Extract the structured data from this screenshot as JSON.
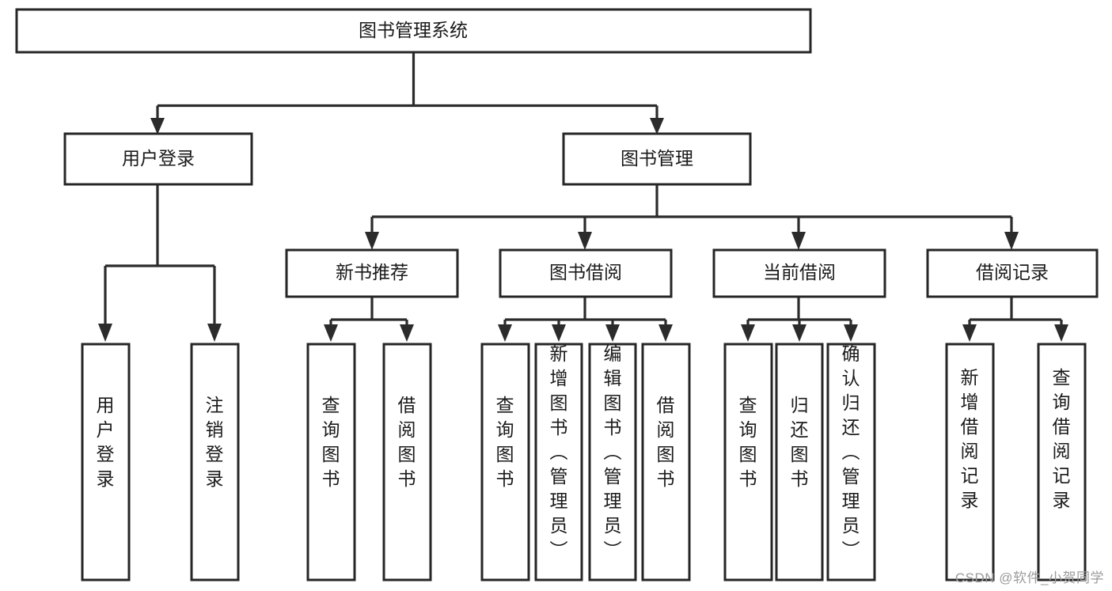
{
  "diagram": {
    "title": "图书管理系统",
    "watermark": "CSDN @软件_小贺同学",
    "colors": {
      "box_stroke": "#262626",
      "box_fill": "#ffffff",
      "connector": "#2b2b2b",
      "text": "#1a1a1a",
      "watermark": "#9b9b9b",
      "background": "#ffffff"
    },
    "nodes": {
      "root": "图书管理系统",
      "level2": [
        "用户登录",
        "图书管理"
      ],
      "level3": [
        "新书推荐",
        "图书借阅",
        "当前借阅",
        "借阅记录"
      ],
      "leaves_user_login": [
        "用户登录",
        "注销登录"
      ],
      "leaves_new_book": [
        "查询图书",
        "借阅图书"
      ],
      "leaves_borrow": [
        "查询图书",
        "新增图书（管理员）",
        "编辑图书（管理员）",
        "借阅图书"
      ],
      "leaves_current": [
        "查询图书",
        "归还图书",
        "确认归还（管理员）"
      ],
      "leaves_record": [
        "新增借阅记录",
        "查询借阅记录"
      ]
    }
  },
  "chart_data": {
    "type": "diagram",
    "subtype": "tree",
    "title": "图书管理系统",
    "orientation": "top-down",
    "levels": 4,
    "tree": {
      "label": "图书管理系统",
      "children": [
        {
          "label": "用户登录",
          "children": [
            {
              "label": "用户登录",
              "children": []
            },
            {
              "label": "注销登录",
              "children": []
            }
          ]
        },
        {
          "label": "图书管理",
          "children": [
            {
              "label": "新书推荐",
              "children": [
                {
                  "label": "查询图书",
                  "children": []
                },
                {
                  "label": "借阅图书",
                  "children": []
                }
              ]
            },
            {
              "label": "图书借阅",
              "children": [
                {
                  "label": "查询图书",
                  "children": []
                },
                {
                  "label": "新增图书（管理员）",
                  "children": []
                },
                {
                  "label": "编辑图书（管理员）",
                  "children": []
                },
                {
                  "label": "借阅图书",
                  "children": []
                }
              ]
            },
            {
              "label": "当前借阅",
              "children": [
                {
                  "label": "查询图书",
                  "children": []
                },
                {
                  "label": "归还图书",
                  "children": []
                },
                {
                  "label": "确认归还（管理员）",
                  "children": []
                }
              ]
            },
            {
              "label": "借阅记录",
              "children": [
                {
                  "label": "新增借阅记录",
                  "children": []
                },
                {
                  "label": "查询借阅记录",
                  "children": []
                }
              ]
            }
          ]
        }
      ]
    }
  }
}
